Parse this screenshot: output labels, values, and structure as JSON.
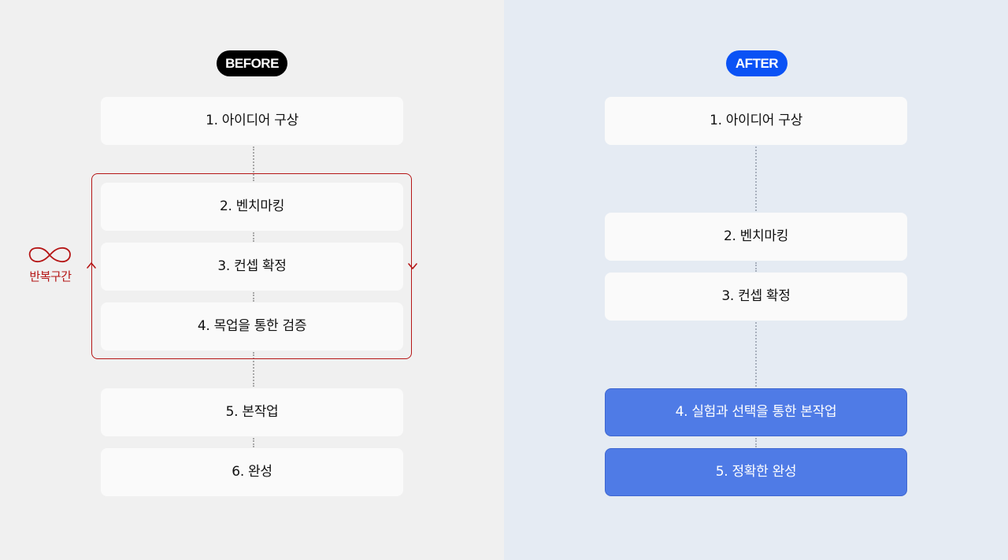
{
  "before": {
    "badge": "BEFORE",
    "steps": [
      "1. 아이디어 구상",
      "2. 벤치마킹",
      "3. 컨셉 확정",
      "4. 목업을 통한 검증",
      "5. 본작업",
      "6. 완성"
    ],
    "loop_label": "반복구간"
  },
  "after": {
    "badge": "AFTER",
    "steps": [
      "1. 아이디어 구상",
      "2. 벤치마킹",
      "3. 컨셉 확정",
      "4. 실험과 선택을 통한 본작업",
      "5. 정확한 완성"
    ]
  },
  "colors": {
    "before_bg": "#f0f0f0",
    "after_bg": "#e5ebf3",
    "loop_red": "#b51616",
    "after_badge": "#0a52f5",
    "highlight_blue": "#4f7be6"
  }
}
